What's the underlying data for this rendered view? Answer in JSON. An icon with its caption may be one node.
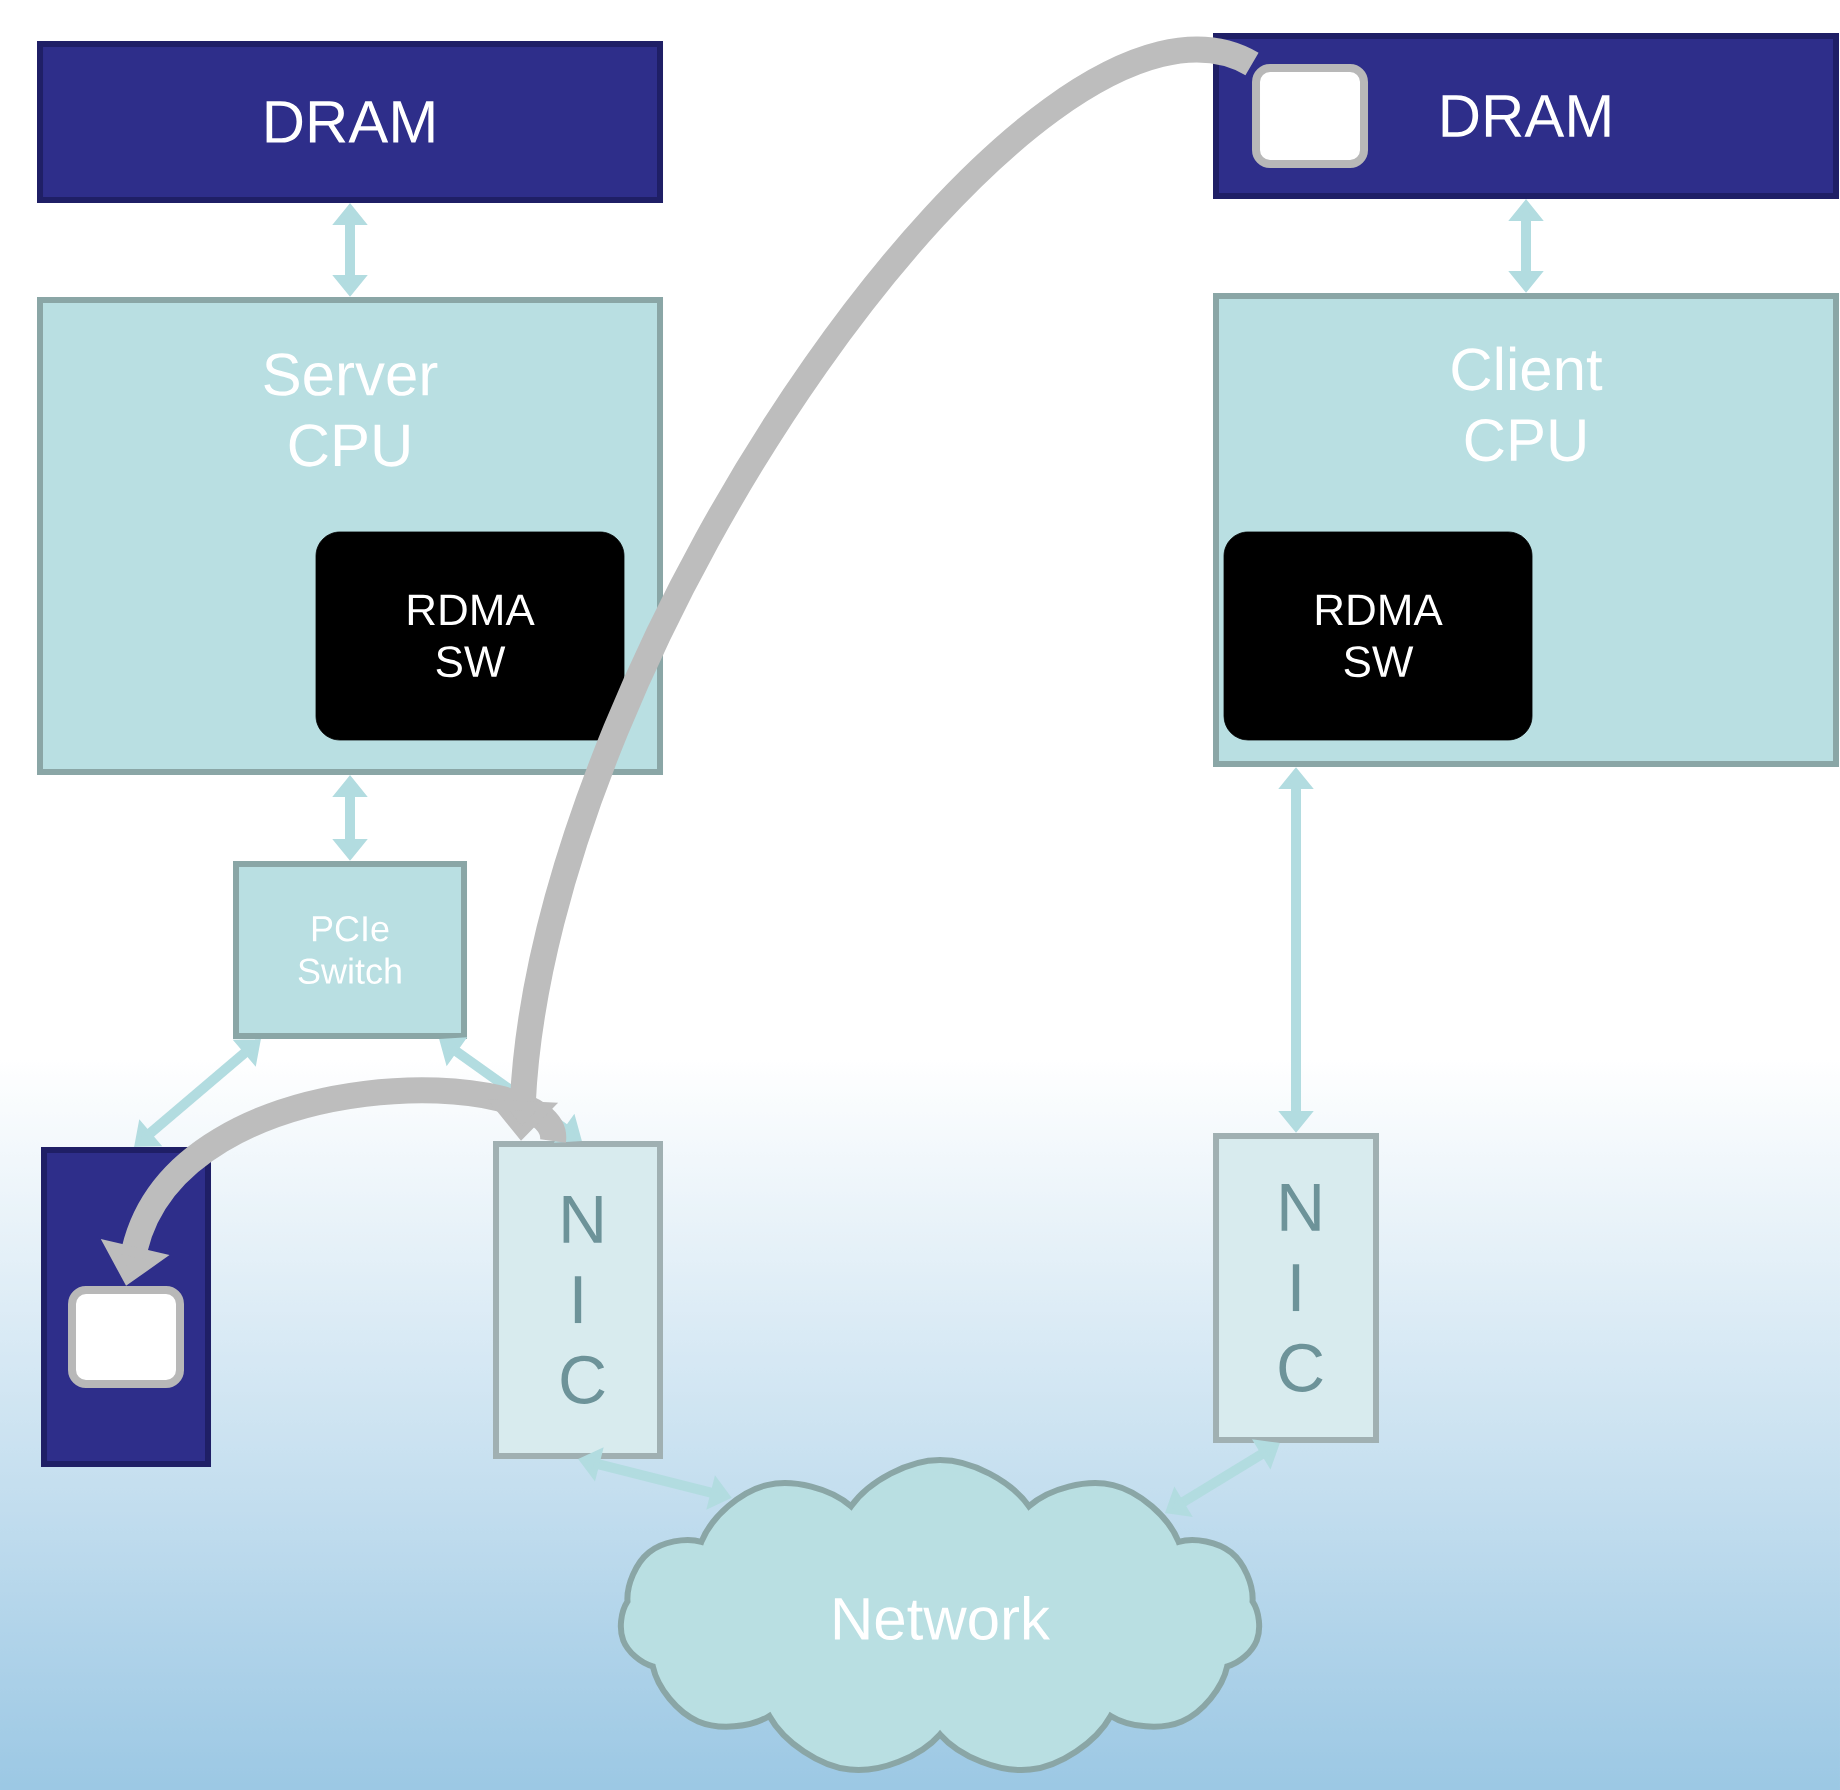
{
  "diagram": {
    "nodes": [
      {
        "text": [
          "DRAM"
        ]
      },
      {
        "text": [
          "DRAM"
        ]
      },
      {
        "text": [],
        "shape": "box",
        "in": 1
      },
      {
        "text": [
          "Server CPU"
        ]
      },
      {
        "text": [
          "RDMA SW"
        ],
        "in": 3
      },
      {
        "text": [
          "Client CPU"
        ]
      },
      {
        "text": [
          "RDMA SW"
        ],
        "in": 5
      },
      {
        "text": [
          "PCIe Switch"
        ]
      },
      {
        "text": [],
        "shape": "box"
      },
      {
        "text": [],
        "shape": "box",
        "in": 8
      },
      {
        "text": [
          "N I C"
        ]
      },
      {
        "text": [
          "N I C"
        ]
      },
      {
        "text": [
          "Network"
        ]
      }
    ],
    "edges": [
      {
        "from": 0,
        "to": 3,
        "arrow": "both"
      },
      {
        "from": 1,
        "to": 5,
        "arrow": "both"
      },
      {
        "from": 3,
        "to": 7,
        "arrow": "both"
      },
      {
        "from": 7,
        "to": 8,
        "arrow": "both"
      },
      {
        "from": 7,
        "to": 10,
        "arrow": "both"
      },
      {
        "from": 5,
        "to": 11,
        "arrow": "both"
      },
      {
        "from": 10,
        "to": 12,
        "arrow": "both"
      },
      {
        "from": 11,
        "to": 12,
        "arrow": "both"
      },
      {
        "from": 10,
        "to": 9,
        "arrow": "to",
        "style": "thick",
        "color": "#bdbdbd"
      },
      {
        "from": 2,
        "to": 10,
        "arrow": "to",
        "style": "thick",
        "color": "#bdbdbd"
      }
    ]
  }
}
